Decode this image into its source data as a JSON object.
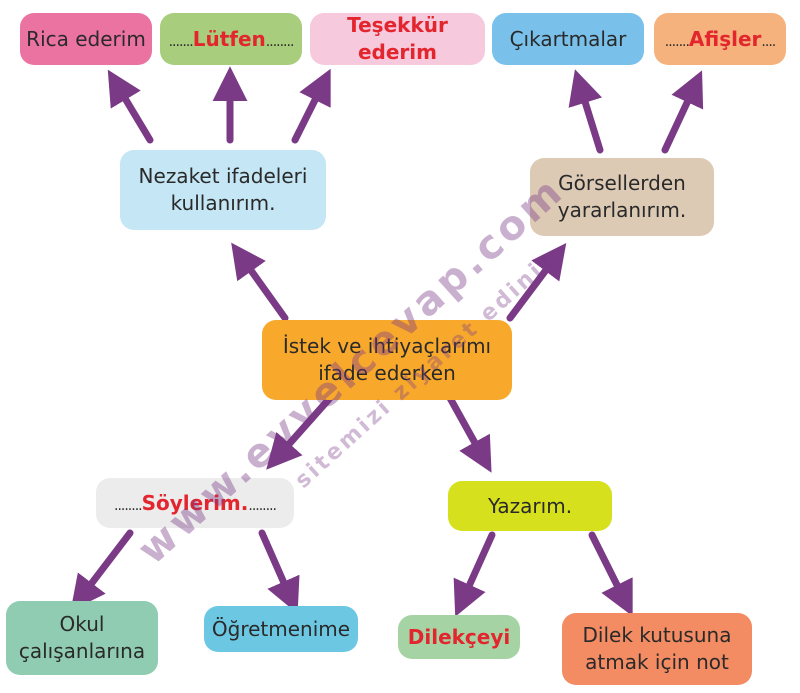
{
  "colors": {
    "arrow": "#7a3a86",
    "answer": "#e3262e",
    "pink": "#ea73a1",
    "green": "#a7cd7d",
    "lightpink": "#f6c9dd",
    "blue": "#79c1ea",
    "orange": "#f5b27c",
    "lightblue": "#c4e6f5",
    "tan": "#dccab5",
    "center": "#f8a92c",
    "gray": "#ececec",
    "lime": "#d7e01d",
    "teal": "#8fccb1",
    "cyan": "#6cc7e3",
    "mint": "#a6d3a4",
    "salmon": "#f38b63"
  },
  "top": {
    "rica": "Rica ederim",
    "lutfen": "Lütfen",
    "tesekkur": "Teşekkür ederim",
    "cikartmalar": "Çıkartmalar",
    "afisler": "Afişler"
  },
  "middle": {
    "nezaket_line1": "Nezaket ifadeleri",
    "nezaket_line2": "kullanırım.",
    "gorsel_line1": "Görsellerden",
    "gorsel_line2": "yararlanırım."
  },
  "center": {
    "line1": "İstek ve ihtiyaçlarımı",
    "line2": "ifade ederken"
  },
  "lower": {
    "soylerim": "Söylerim.",
    "yazarim": "Yazarım."
  },
  "bottom": {
    "okul_line1": "Okul",
    "okul_line2": "çalışanlarına",
    "ogretmen": "Öğretmenime",
    "dilekce": "Dilekçeyi",
    "dilek_line1": "Dilek kutusuna",
    "dilek_line2": "atmak için not"
  },
  "watermark": {
    "line1": "www.evvelcevap.com",
    "line2": "sitemizi ziyaret ediniz"
  }
}
